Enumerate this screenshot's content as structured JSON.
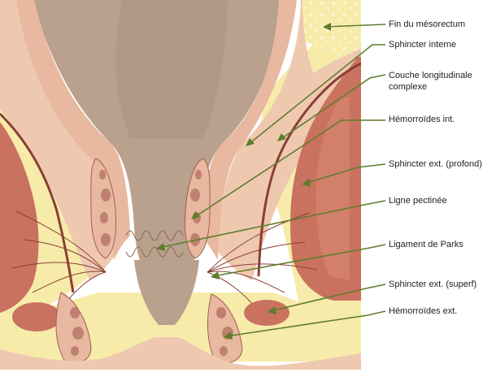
{
  "colors": {
    "fat": "#f7ebaa",
    "fat_light": "#fbf3c7",
    "mucosa": "#b9a18d",
    "mucosa_dark": "#a08878",
    "tissue_pink": "#e8b8a0",
    "skin_pink": "#efc8b0",
    "muscle": "#c9725f",
    "muscle_dark": "#8a3f35",
    "leader": "#5e7d2a"
  },
  "labels": {
    "fin_mesorectum": "Fin du mésorectum",
    "sphincter_interne": "Sphincter interne",
    "couche_line1": "Couche longitudinale",
    "couche_line2": "complexe",
    "hemorroides_int": "Hémorroïdes int.",
    "sphincter_ext_profond": "Sphincter ext. (profond)",
    "ligne_pectinee": "Ligne pectinée",
    "ligament_parks": "Ligament de Parks",
    "sphincter_ext_superf": "Sphincter ext. (superf)",
    "hemorroides_ext": "Hémorroïdes ext."
  }
}
